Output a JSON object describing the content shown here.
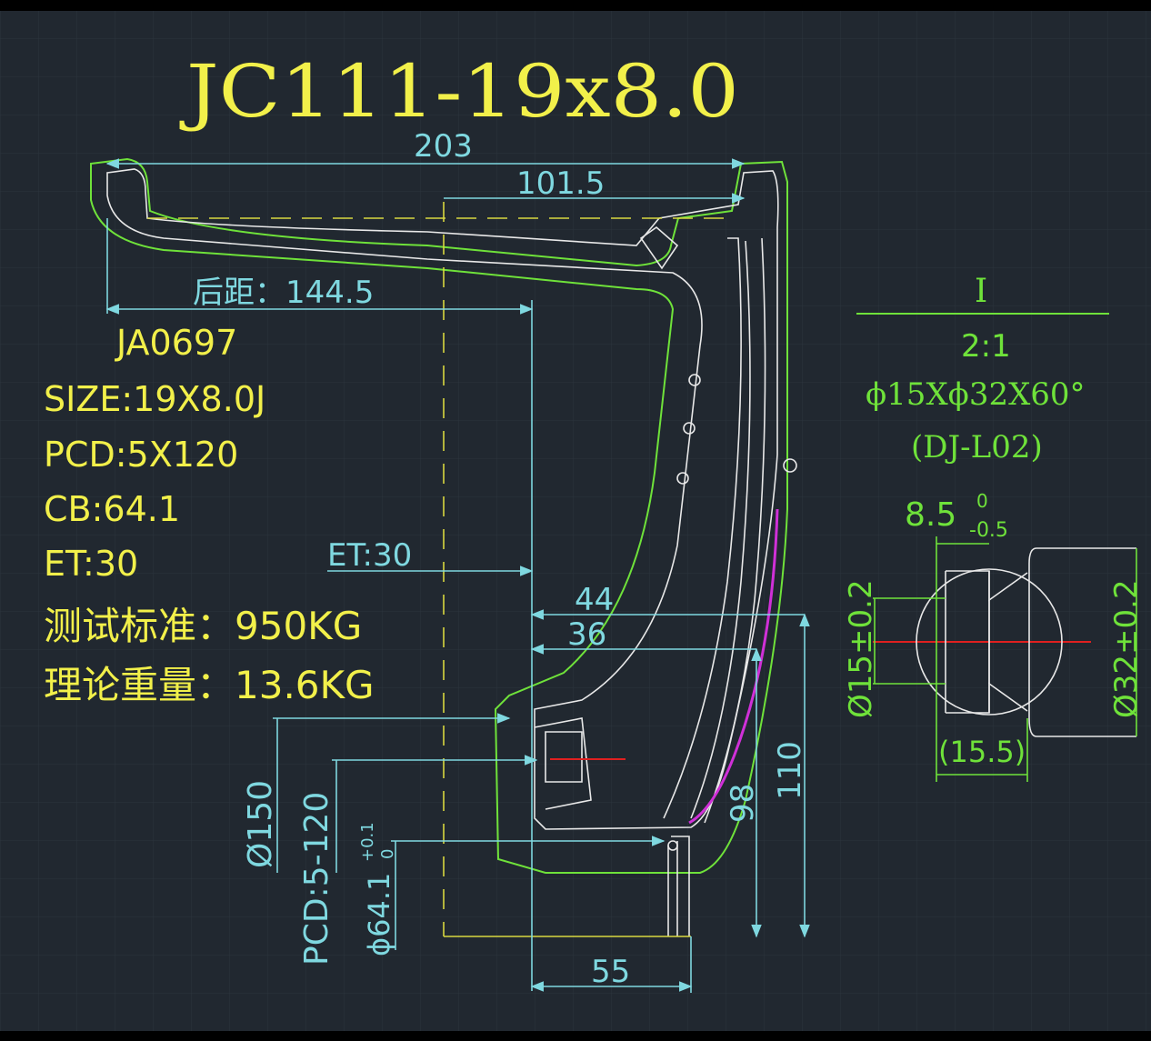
{
  "title": "JC111-19x8.0",
  "colors": {
    "background": "#212830",
    "grid": "#2c343d",
    "yellow": "#f2f04a",
    "cyan": "#7fd8e0",
    "green": "#6fe23a",
    "white": "#e8e8e8",
    "magenta": "#d030d8",
    "red": "#e02020",
    "dashed_yellow": "#d8d840"
  },
  "specs": {
    "code": "JA0697",
    "size": "SIZE:19X8.0J",
    "pcd": "PCD:5X120",
    "cb": "CB:64.1",
    "et": "ET:30",
    "test_standard": "测试标准：950KG",
    "theoretical_weight": "理论重量：13.6KG"
  },
  "dimensions": {
    "width_total": "203",
    "width_half": "101.5",
    "back_spacing": "后距：144.5",
    "et_label": "ET:30",
    "d44": "44",
    "d36": "36",
    "d55": "55",
    "d98": "98",
    "d110": "110",
    "dia150": "Ø150",
    "pcd_label": "PCD:5-120",
    "cb_dia": "ϕ64.1",
    "cb_tol_upper": "+0.1",
    "cb_tol_lower": "0"
  },
  "detail": {
    "label": "I",
    "scale": "2:1",
    "spec": "ϕ15Xϕ32X60°",
    "ref": "(DJ-L02)",
    "depth": "8.5",
    "depth_tol_upper": "0",
    "depth_tol_lower": "-0.5",
    "dia_small": "Ø15±0.2",
    "dia_large": "Ø32±0.2",
    "width_ref": "(15.5)"
  }
}
